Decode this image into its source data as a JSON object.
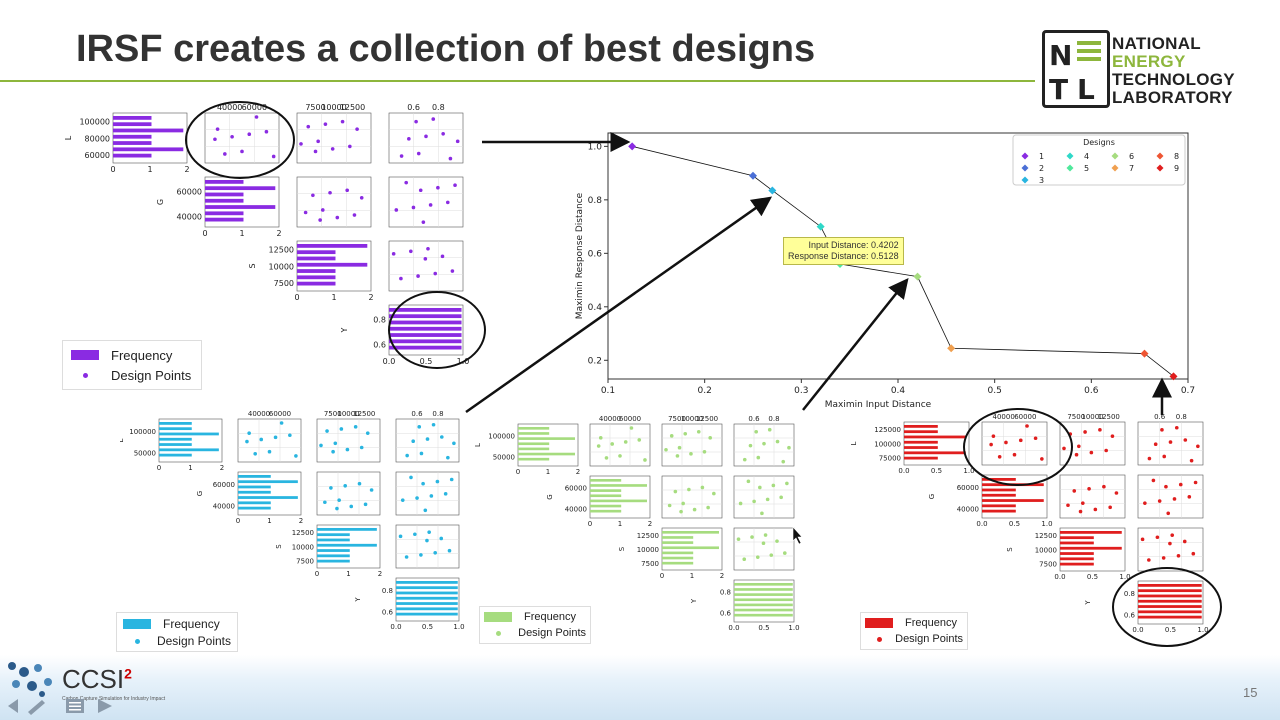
{
  "slide": {
    "title": "IRSF creates a collection of best designs",
    "page_number": "15"
  },
  "logo": {
    "line1": "NATIONAL",
    "line2": "ENERGY",
    "line3": "TECHNOLOGY",
    "line4": "LABORATORY"
  },
  "footer": {
    "brand": "CCSI",
    "brand_sup": "2",
    "tagline": "Carbon Capture Simulation for Industry Impact"
  },
  "tooltip": {
    "line1": "Input Distance: 0.4202",
    "line2": "Response Distance: 0.5128"
  },
  "colors": {
    "accent_green": "#8db63c",
    "purple": "#8a2be2",
    "cyan": "#29b5e0",
    "lightgreen": "#a6dc7f",
    "red": "#e01e1e"
  },
  "small_legends": [
    {
      "freq": "Frequency",
      "points": "Design Points",
      "color": "#8a2be2"
    },
    {
      "freq": "Frequency",
      "points": "Design Points",
      "color": "#29b5e0"
    },
    {
      "freq": "Frequency",
      "points": "Design Points",
      "color": "#a6dc7f"
    },
    {
      "freq": "Frequency",
      "points": "Design Points",
      "color": "#e01e1e"
    }
  ],
  "chart_data": [
    {
      "type": "line",
      "xlabel": "Maximin Input Distance",
      "ylabel": "Maximin Response Distance",
      "xlim": [
        0.1,
        0.7
      ],
      "ylim": [
        0.13,
        1.05
      ],
      "xticks": [
        0.1,
        0.2,
        0.3,
        0.4,
        0.5,
        0.6,
        0.7
      ],
      "yticks": [
        0.2,
        0.4,
        0.6,
        0.8,
        1.0
      ],
      "legend": {
        "title": "Designs",
        "placement": "top-right"
      },
      "series": [
        {
          "name": "1",
          "color": "#8a2be2",
          "x": [
            0.125
          ],
          "y": [
            1.0
          ]
        },
        {
          "name": "2",
          "color": "#4b6fd6",
          "x": [
            0.25
          ],
          "y": [
            0.89
          ]
        },
        {
          "name": "3",
          "color": "#29b5e0",
          "x": [
            0.27
          ],
          "y": [
            0.835
          ]
        },
        {
          "name": "4",
          "color": "#2fd8c8",
          "x": [
            0.32
          ],
          "y": [
            0.7
          ]
        },
        {
          "name": "5",
          "color": "#4fe89c",
          "x": [
            0.34
          ],
          "y": [
            0.56
          ]
        },
        {
          "name": "6",
          "color": "#a6dc7f",
          "x": [
            0.4202
          ],
          "y": [
            0.5128
          ]
        },
        {
          "name": "7",
          "color": "#f0a050",
          "x": [
            0.455
          ],
          "y": [
            0.245
          ]
        },
        {
          "name": "8",
          "color": "#ee5533",
          "x": [
            0.655
          ],
          "y": [
            0.225
          ]
        },
        {
          "name": "9",
          "color": "#e01e1e",
          "x": [
            0.685
          ],
          "y": [
            0.14
          ]
        }
      ]
    },
    {
      "type": "scatter",
      "variables": [
        "L",
        "G",
        "S",
        "Y"
      ],
      "color": "#8a2be2",
      "tick_labels": {
        "L": [
          "100000",
          "80000",
          "60000"
        ],
        "G": [
          "60000",
          "40000"
        ],
        "S": [
          "12500",
          "10000",
          "7500"
        ],
        "Y": [
          "0.8",
          "0.6"
        ],
        "hist_x": [
          "0",
          "1",
          "2"
        ],
        "G_top": [
          "40000",
          "60000"
        ],
        "S_top": [
          "7500",
          "10000",
          "12500"
        ],
        "Y_top": [
          "0.6",
          "0.8"
        ],
        "Y_bottom": [
          "0.0",
          "0.5",
          "1.0"
        ]
      }
    },
    {
      "type": "scatter",
      "variables": [
        "L",
        "G",
        "S",
        "Y"
      ],
      "color": "#29b5e0",
      "tick_labels": {
        "L": [
          "100000",
          "50000"
        ],
        "G": [
          "60000",
          "40000"
        ],
        "S": [
          "12500",
          "10000",
          "7500"
        ],
        "Y": [
          "0.8",
          "0.6"
        ],
        "hist_x": [
          "0",
          "1",
          "2"
        ],
        "G_top": [
          "40000",
          "60000"
        ],
        "S_top": [
          "7500",
          "10000",
          "12500"
        ],
        "Y_top": [
          "0.6",
          "0.8"
        ],
        "Y_bottom": [
          "0.0",
          "0.5",
          "1.0"
        ]
      }
    },
    {
      "type": "scatter",
      "variables": [
        "L",
        "G",
        "S",
        "Y"
      ],
      "color": "#a6dc7f",
      "tick_labels": {
        "L": [
          "100000",
          "50000"
        ],
        "G": [
          "60000",
          "40000"
        ],
        "S": [
          "12500",
          "10000",
          "7500"
        ],
        "Y": [
          "0.8",
          "0.6"
        ],
        "hist_x": [
          "0",
          "1",
          "2"
        ],
        "G_top": [
          "40000",
          "60000"
        ],
        "S_top": [
          "7500",
          "10000",
          "12500"
        ],
        "Y_top": [
          "0.6",
          "0.8"
        ],
        "Y_bottom": [
          "0.0",
          "0.5",
          "1.0"
        ]
      }
    },
    {
      "type": "scatter",
      "variables": [
        "L",
        "G",
        "S",
        "Y"
      ],
      "color": "#e01e1e",
      "tick_labels": {
        "L": [
          "125000",
          "100000",
          "75000"
        ],
        "G": [
          "60000",
          "40000"
        ],
        "S": [
          "12500",
          "10000",
          "7500"
        ],
        "Y": [
          "0.8",
          "0.6"
        ],
        "hist_x": [
          "0.0",
          "0.5",
          "1.0"
        ],
        "G_top": [
          "40000",
          "60000"
        ],
        "S_top": [
          "7500",
          "10000",
          "12500"
        ],
        "Y_top": [
          "0.6",
          "0.8"
        ],
        "Y_bottom": [
          "0.0",
          "0.5",
          "1.0"
        ]
      }
    }
  ]
}
